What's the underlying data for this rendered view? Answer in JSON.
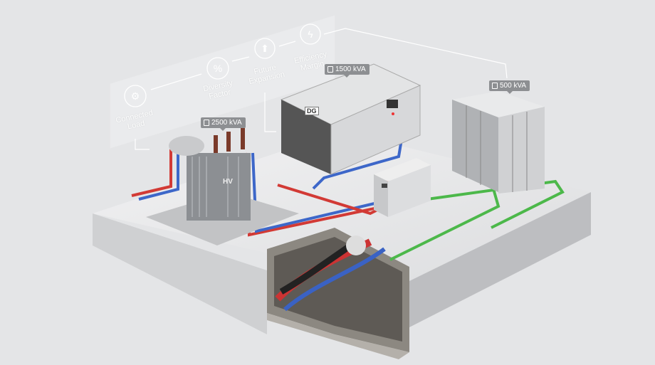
{
  "flow_panel": {
    "steps": [
      {
        "label": "Connected Load",
        "icon": "gear-wrench-icon"
      },
      {
        "label": "Diversity Factor",
        "icon": "percent-icon"
      },
      {
        "label": "Future Expansion",
        "icon": "arrow-up-icon"
      },
      {
        "label": "Efficiency Margin",
        "icon": "lightning-icon"
      }
    ]
  },
  "equipment": {
    "transformer": {
      "badge": "2500 kVA",
      "marking": "HV"
    },
    "generator": {
      "badge": "1500 kVA",
      "marking": "DG"
    },
    "ups": {
      "badge": "500 kVA"
    }
  },
  "colors": {
    "red_cable": "#d23a35",
    "blue_cable": "#3d67c9",
    "green_cable": "#4cb84a",
    "background": "#e4e5e7"
  }
}
